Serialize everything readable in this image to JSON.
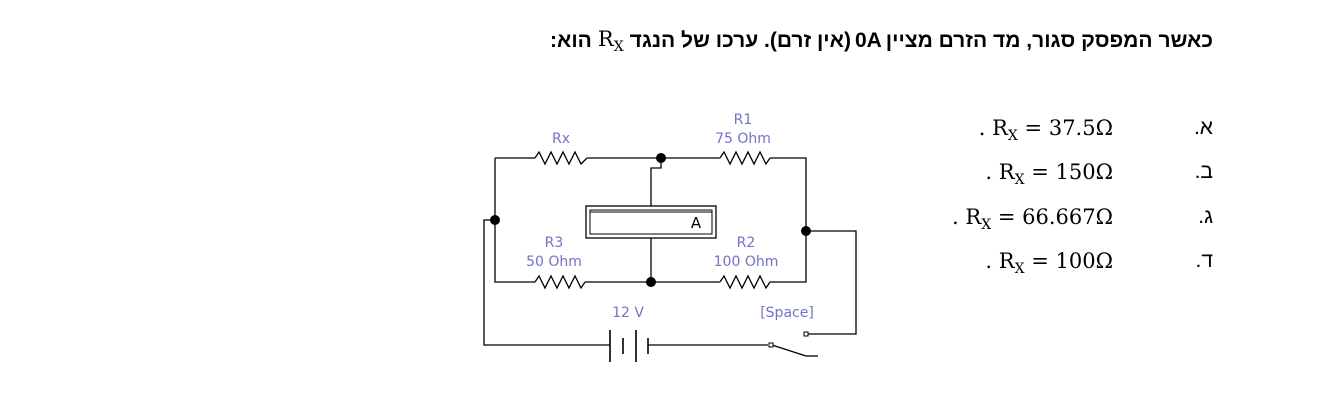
{
  "question": {
    "part1": "כאשר המפסק סגור, מד הזרם מציין",
    "current_value": "0A",
    "part2": "(אין זרם). ערכו של הנגד",
    "rx_symbol": "R",
    "rx_subscript": "X",
    "part3": "הוא:"
  },
  "options": [
    {
      "letter": "א.",
      "value": "37.5Ω"
    },
    {
      "letter": "ב.",
      "value": "150Ω"
    },
    {
      "letter": "ג.",
      "value": "66.667Ω"
    },
    {
      "letter": "ד.",
      "value": "100Ω"
    }
  ],
  "option_prefix": ". ",
  "option_symbol": "R",
  "option_subscript": "X",
  "option_eq": " = ",
  "circuit": {
    "rx_label": "Rx",
    "r1_name": "R1",
    "r1_value": "75  Ohm",
    "r3_name": "R3",
    "r3_value": "50  Ohm",
    "r2_name": "R2",
    "r2_value": "100  Ohm",
    "ammeter_label": "A",
    "battery_label": "12 V",
    "switch_label": "[Space]",
    "label_color": "#7070e0"
  }
}
